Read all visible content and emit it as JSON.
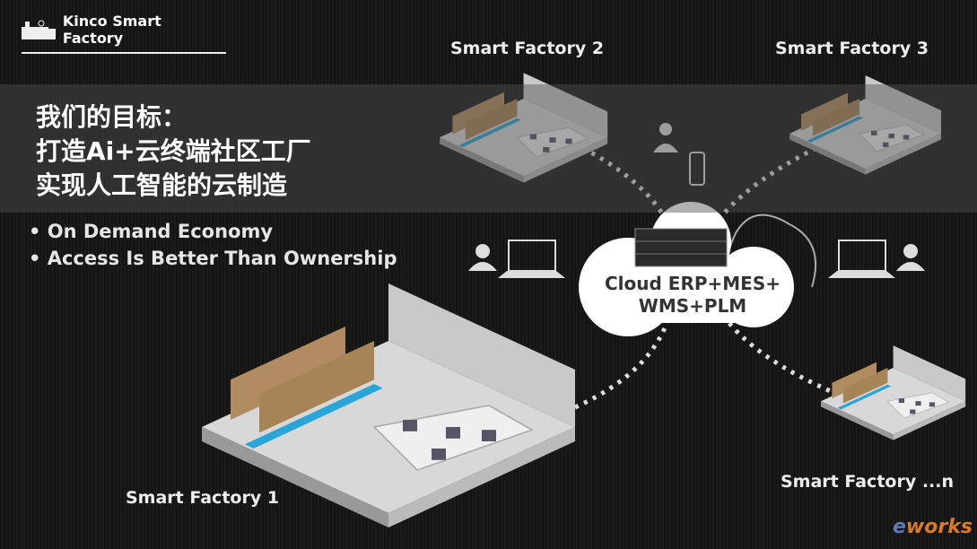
{
  "brand": {
    "title": "Kinco Smart Factory",
    "icon": "factory-gear-icon"
  },
  "goal": {
    "lines": [
      "我们的目标：",
      "打造Ai+云终端社区工厂",
      "实现人工智能的云制造"
    ]
  },
  "bullets": [
    "On Demand Economy",
    "Access Is Better Than Ownership"
  ],
  "factories": {
    "f1": "Smart Factory 1",
    "f2": "Smart Factory 2",
    "f3": "Smart Factory 3",
    "fn": "Smart Factory ...n"
  },
  "cloud": {
    "line1": "Cloud ERP+MES+",
    "line2": "WMS+PLM"
  },
  "watermark": {
    "e": "e",
    "works": "works"
  },
  "colors": {
    "accent": "#2aa5d8",
    "background": "#171717"
  }
}
